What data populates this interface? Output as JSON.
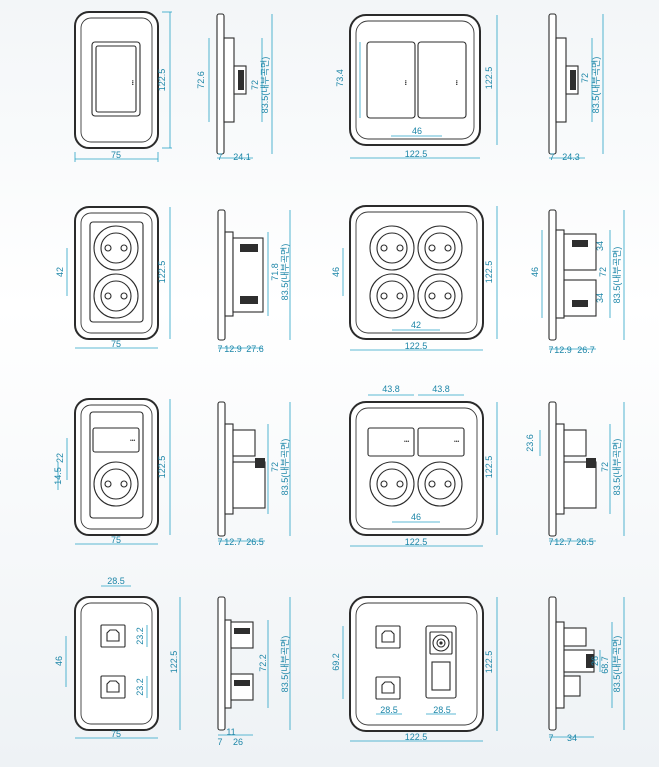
{
  "palette": {
    "dimension": "#29a3c6",
    "dimension_text": "#1d86a8",
    "outline": "#2b2b2b"
  },
  "rows": [
    {
      "single_front": {
        "width": "75",
        "height": "122.5"
      },
      "single_side": {
        "face": "72.6",
        "inner": "72",
        "outer": "83.5(내부곡면)",
        "depth_a": "7",
        "depth_b": "24.1"
      },
      "double_front": {
        "width": "122.5",
        "height": "122.5",
        "opening": "73.4",
        "pitch": "46"
      },
      "double_side": {
        "inner": "72",
        "outer": "83.5(내부곡면)",
        "depth_a": "7",
        "depth_b": "24.3"
      }
    },
    {
      "single_front": {
        "width": "75",
        "height": "122.5",
        "pitch": "42"
      },
      "single_side": {
        "inner": "71.8",
        "outer": "83.5(내부곡면)",
        "depth_a": "7",
        "depth_b": "12.9",
        "depth_c": "27.6"
      },
      "double_front": {
        "width": "122.5",
        "height": "122.5",
        "pitch_v": "46",
        "pitch_h": "42"
      },
      "double_side": {
        "left": "46",
        "pitch_a": "34",
        "inner": "72",
        "pitch_b": "34",
        "outer": "83.5(내부곡면)",
        "depth_a": "7",
        "depth_b": "12.9",
        "depth_c": "26.7"
      }
    },
    {
      "single_front": {
        "width": "75",
        "height": "122.5",
        "upper": "22",
        "lower": "14.5"
      },
      "single_side": {
        "inner": "72",
        "outer": "83.5(내부곡면)",
        "depth_a": "7",
        "depth_b": "12.7",
        "depth_c": "26.5"
      },
      "double_front": {
        "width": "122.5",
        "height": "122.5",
        "top_left": "43.8",
        "top_right": "43.8",
        "pitch": "46"
      },
      "double_side": {
        "left": "23.6",
        "inner": "72",
        "outer": "83.5(내부곡면)",
        "depth_a": "7",
        "depth_b": "12.7",
        "depth_c": "26.5"
      }
    },
    {
      "single_front": {
        "width": "75",
        "height": "122.5",
        "top": "28.5",
        "pitch": "46",
        "module_a": "23.2",
        "module_b": "23.2"
      },
      "single_side": {
        "inner": "72.2",
        "outer": "83.5(내부곡면)",
        "depth_a": "7",
        "depth_b": "11",
        "depth_c": "26"
      },
      "double_front": {
        "width": "122.5",
        "height": "122.5",
        "left": "69.2",
        "bottom_a": "28.5",
        "bottom_b": "28.5"
      },
      "double_side": {
        "small": "26",
        "inner": "68.7",
        "outer": "83.5(내부곡면)",
        "depth_a": "7",
        "depth_b": "34"
      }
    }
  ]
}
